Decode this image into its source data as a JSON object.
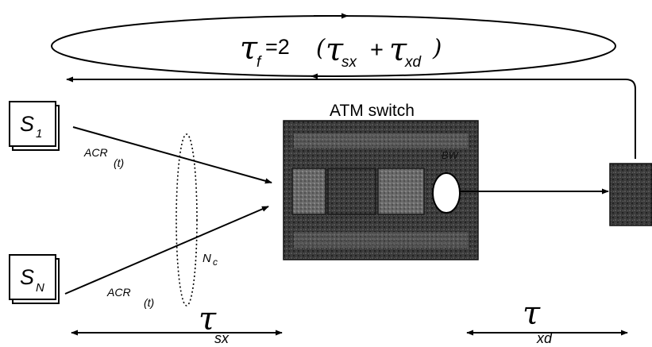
{
  "feedback_loop": {
    "tau": "τ",
    "f_sub": "f",
    "equals_two": "=2",
    "open_paren": "(",
    "tau_sx": "τ",
    "sx_sub": "sx",
    "plus": "+",
    "tau_xd": "τ",
    "xd_sub": "xd",
    "close_paren": ")"
  },
  "sources": {
    "s1": {
      "letter": "S",
      "sub": "1"
    },
    "sn": {
      "letter": "S",
      "sub": "N"
    }
  },
  "links": {
    "acr_top": {
      "main": "ACR",
      "sub": "(t)"
    },
    "acr_bottom": {
      "main": "ACR",
      "sub": "(t)"
    },
    "nc": {
      "main": "N",
      "sub": "c"
    }
  },
  "switch": {
    "title": "ATM switch",
    "bw_label": "BW"
  },
  "delays": {
    "tau_sx": {
      "sym": "τ",
      "sub": "sx"
    },
    "tau_xd": {
      "sym": "τ",
      "sub": "xd"
    }
  }
}
